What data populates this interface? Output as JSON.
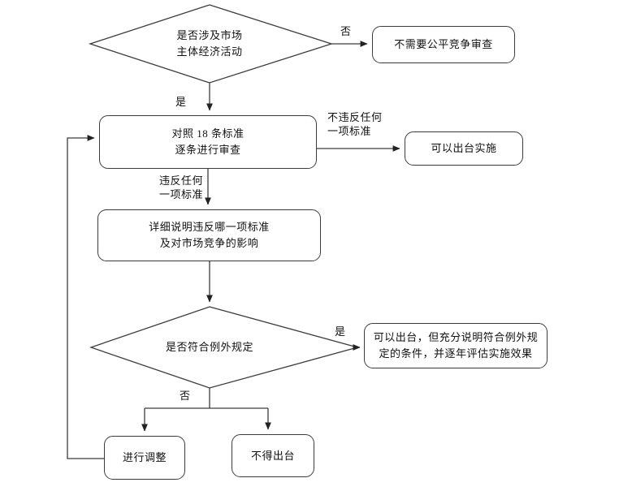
{
  "diagram": {
    "title": "fair-competition-review-flowchart",
    "colors": {
      "background": "#ffffff",
      "line": "#3c3c3c",
      "text": "#111111"
    },
    "nodes": {
      "q_market": {
        "line1": "是否涉及市场",
        "line2": "主体经济活动"
      },
      "no_review": {
        "text": "不需要公平竞争审查"
      },
      "review_standards": {
        "line1": "对照 18 条标准",
        "line2": "逐条进行审查"
      },
      "can_implement": {
        "text": "可以出台实施"
      },
      "explain_violation": {
        "line1": "详细说明违反哪一项标准",
        "line2": "及对市场竞争的影响"
      },
      "q_exception": {
        "text": "是否符合例外规定"
      },
      "issue_with_explanation": {
        "line1": "可以出台，但充分说明符合例外规",
        "line2": "定的条件，并逐年评估实施效果"
      },
      "adjust": {
        "text": "进行调整"
      },
      "must_not_issue": {
        "text": "不得出台"
      }
    },
    "edge_labels": {
      "no_market": "否",
      "yes_market": "是",
      "no_violation": {
        "line1": "不违反任何",
        "line2": "一项标准"
      },
      "violation": {
        "line1": "违反任何",
        "line2": "一项标准"
      },
      "yes_exception": "是",
      "no_exception": "否"
    }
  }
}
